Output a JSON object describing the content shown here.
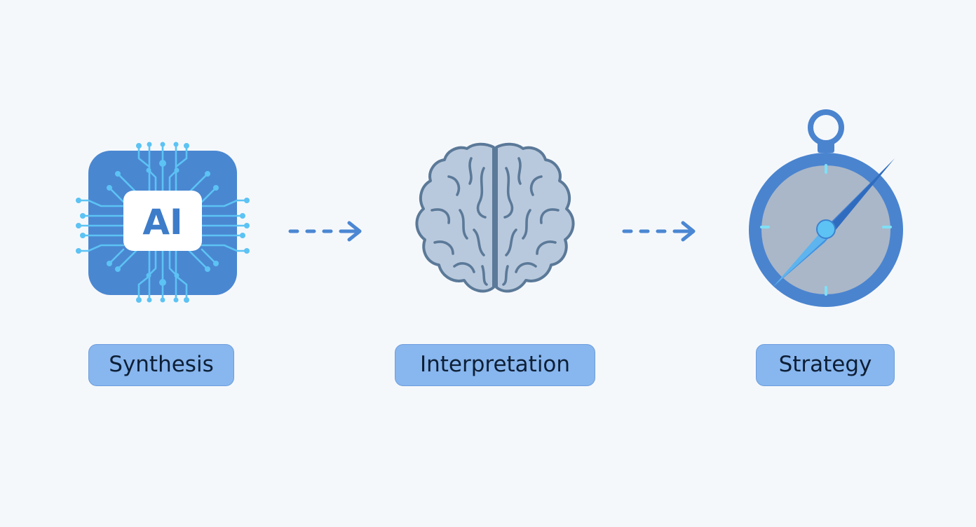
{
  "steps": [
    {
      "label": "Synthesis",
      "icon": "ai-chip-icon",
      "icon_text": "AI"
    },
    {
      "label": "Interpretation",
      "icon": "brain-icon"
    },
    {
      "label": "Strategy",
      "icon": "compass-icon"
    }
  ],
  "connectors": [
    "dotted-arrow-icon",
    "dotted-arrow-icon"
  ],
  "colors": {
    "background": "#f5f8fb",
    "chip_blue": "#4a87d1",
    "circuit_cyan": "#5cc3f4",
    "brain_fill": "#b9c9dd",
    "brain_stroke": "#5b7998",
    "compass_ring": "#4a84cf",
    "compass_face": "#aab7c8",
    "needle": "#3e7fd0",
    "arrow": "#4b87d3",
    "label_fill": "#88b6ee",
    "label_text": "#0d1f36"
  }
}
